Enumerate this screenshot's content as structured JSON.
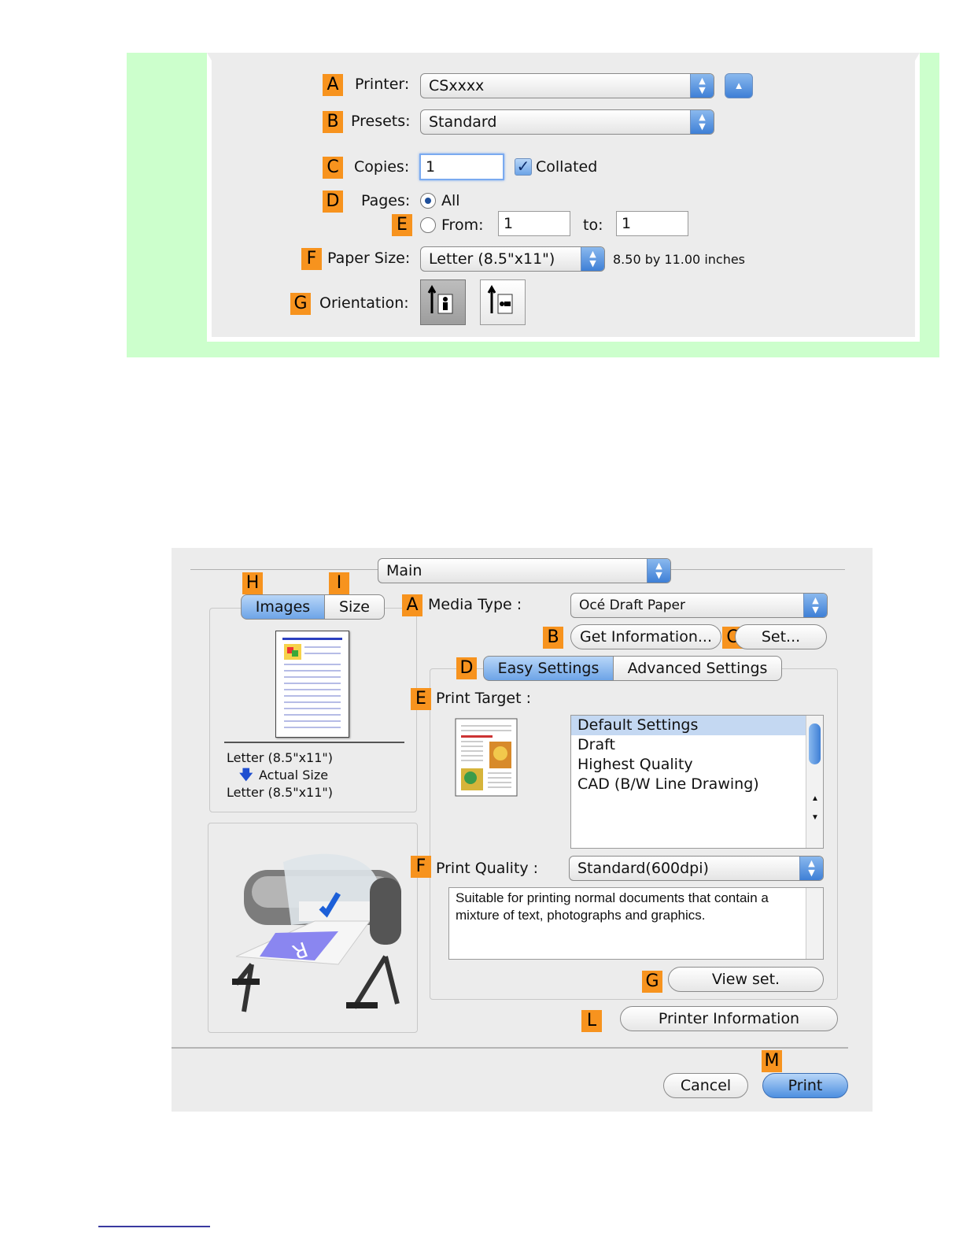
{
  "top_dialog": {
    "printer": {
      "badge": "A",
      "label": "Printer:",
      "value": "CSxxxx"
    },
    "presets": {
      "badge": "B",
      "label": "Presets:",
      "value": "Standard"
    },
    "copies": {
      "badge": "C",
      "label": "Copies:",
      "value": "1",
      "collated_label": "Collated",
      "collated_checked": true
    },
    "pages": {
      "badge": "D",
      "label": "Pages:",
      "all_label": "All"
    },
    "range": {
      "badge": "E",
      "from_label": "From:",
      "from_value": "1",
      "to_label": "to:",
      "to_value": "1"
    },
    "paper_size": {
      "badge": "F",
      "label": "Paper Size:",
      "value": "Letter (8.5\"x11\")",
      "dimensions": "8.50 by 11.00 inches"
    },
    "orientation": {
      "badge": "G",
      "label": "Orientation:"
    }
  },
  "bottom_dialog": {
    "panel_select": "Main",
    "tabs": {
      "badge_images": "H",
      "badge_size": "I",
      "images": "Images",
      "size": "Size"
    },
    "preview": {
      "input_size": "Letter (8.5\"x11\")",
      "scaling": "Actual Size",
      "output_size": "Letter (8.5\"x11\")"
    },
    "media_type": {
      "badge": "A",
      "label": "Media Type :",
      "value": "Océ Draft Paper"
    },
    "get_information": {
      "badge": "B",
      "label": "Get Information..."
    },
    "set": {
      "badge": "C",
      "label": "Set..."
    },
    "settings_tabs": {
      "badge": "D",
      "easy": "Easy Settings",
      "advanced": "Advanced Settings"
    },
    "print_target": {
      "badge": "E",
      "label": "Print Target :",
      "items": [
        "Default Settings",
        "Draft",
        "Highest Quality",
        "CAD (B/W Line Drawing)"
      ]
    },
    "print_quality": {
      "badge": "F",
      "label": "Print Quality :",
      "value": "Standard(600dpi)",
      "description": "Suitable for printing normal documents that contain a mixture of text, photographs and graphics."
    },
    "view_set": {
      "badge": "G",
      "label": "View set."
    },
    "printer_information": {
      "badge": "L",
      "label": "Printer Information"
    },
    "print_badge": "M",
    "cancel": "Cancel",
    "print": "Print"
  },
  "colors": {
    "badge": "#f7931e",
    "frame_green": "#ccffcc",
    "accent_blue": "#3e7fd6"
  }
}
